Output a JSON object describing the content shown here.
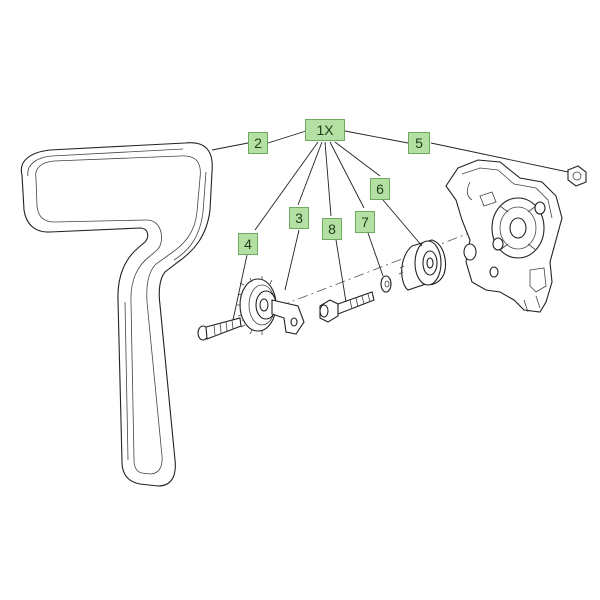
{
  "callouts": {
    "main": "1X",
    "belt": "2",
    "guide_pulley": "3",
    "screw_long": "4",
    "nut": "5",
    "tensioner": "6",
    "washer": "7",
    "bolt": "8"
  },
  "colors": {
    "callout_fill": "#b5e0a3",
    "callout_border": "#6fa85f",
    "line": "#222222"
  }
}
